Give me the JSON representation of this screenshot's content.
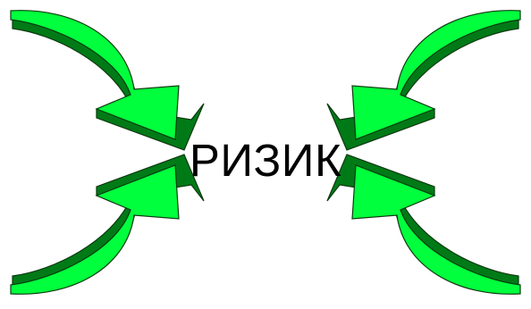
{
  "center_label": "РИЗИК",
  "colors": {
    "arrow_face": "#00ff3c",
    "arrow_edge": "#007a16",
    "arrow_outline": "#0a3a10",
    "text": "#000000",
    "background": "#ffffff"
  },
  "arrows": [
    {
      "name": "top-left-arrow",
      "direction": "inward",
      "icon": "curved-arrow-down-right"
    },
    {
      "name": "top-right-arrow",
      "direction": "inward",
      "icon": "curved-arrow-down-left"
    },
    {
      "name": "bottom-left-arrow",
      "direction": "inward",
      "icon": "curved-arrow-up-right"
    },
    {
      "name": "bottom-right-arrow",
      "direction": "inward",
      "icon": "curved-arrow-up-left"
    }
  ]
}
